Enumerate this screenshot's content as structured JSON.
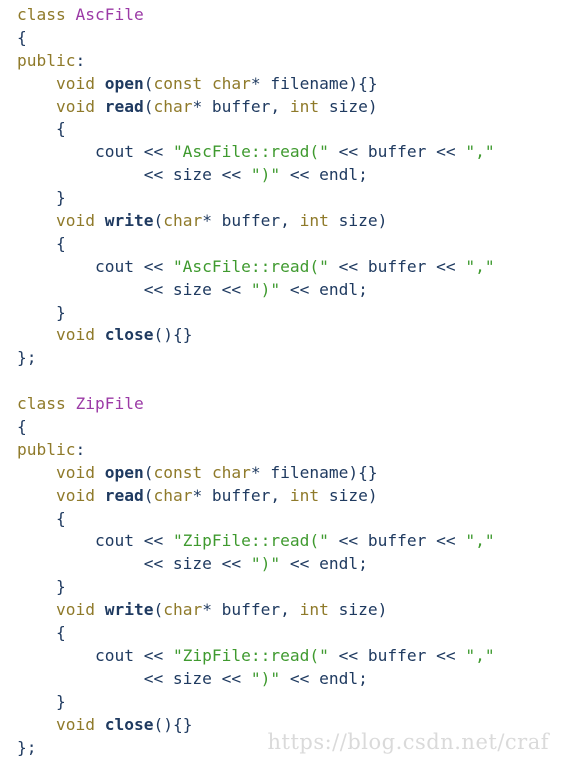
{
  "colors": {
    "keyword": "#8f7a2a",
    "class_name": "#9b3aa6",
    "function_name": "#1f3a60",
    "string": "#3f9a2f",
    "plain": "#1f3a60",
    "watermark": "#dadada",
    "background": "#ffffff"
  },
  "code": {
    "lines": [
      [
        {
          "t": "class ",
          "k": "kw"
        },
        {
          "t": "AscFile",
          "k": "cls"
        }
      ],
      [
        {
          "t": "{",
          "k": "plain"
        }
      ],
      [
        {
          "t": "public",
          "k": "kw"
        },
        {
          "t": ":",
          "k": "plain"
        }
      ],
      [
        {
          "t": "    ",
          "k": "plain"
        },
        {
          "t": "void ",
          "k": "type"
        },
        {
          "t": "open",
          "k": "fn"
        },
        {
          "t": "(",
          "k": "plain"
        },
        {
          "t": "const ",
          "k": "kw"
        },
        {
          "t": "char",
          "k": "type"
        },
        {
          "t": "* filename){}",
          "k": "plain"
        }
      ],
      [
        {
          "t": "    ",
          "k": "plain"
        },
        {
          "t": "void ",
          "k": "type"
        },
        {
          "t": "read",
          "k": "fn"
        },
        {
          "t": "(",
          "k": "plain"
        },
        {
          "t": "char",
          "k": "type"
        },
        {
          "t": "* buffer, ",
          "k": "plain"
        },
        {
          "t": "int ",
          "k": "type"
        },
        {
          "t": "size)",
          "k": "plain"
        }
      ],
      [
        {
          "t": "    {",
          "k": "plain"
        }
      ],
      [
        {
          "t": "        cout << ",
          "k": "plain"
        },
        {
          "t": "\"AscFile::read(\"",
          "k": "str"
        },
        {
          "t": " << buffer << ",
          "k": "plain"
        },
        {
          "t": "\",\"",
          "k": "str"
        }
      ],
      [
        {
          "t": "             << size << ",
          "k": "plain"
        },
        {
          "t": "\")\"",
          "k": "str"
        },
        {
          "t": " << endl;",
          "k": "plain"
        }
      ],
      [
        {
          "t": "    }",
          "k": "plain"
        }
      ],
      [
        {
          "t": "    ",
          "k": "plain"
        },
        {
          "t": "void ",
          "k": "type"
        },
        {
          "t": "write",
          "k": "fn"
        },
        {
          "t": "(",
          "k": "plain"
        },
        {
          "t": "char",
          "k": "type"
        },
        {
          "t": "* buffer, ",
          "k": "plain"
        },
        {
          "t": "int ",
          "k": "type"
        },
        {
          "t": "size)",
          "k": "plain"
        }
      ],
      [
        {
          "t": "    {",
          "k": "plain"
        }
      ],
      [
        {
          "t": "        cout << ",
          "k": "plain"
        },
        {
          "t": "\"AscFile::read(\"",
          "k": "str"
        },
        {
          "t": " << buffer << ",
          "k": "plain"
        },
        {
          "t": "\",\"",
          "k": "str"
        }
      ],
      [
        {
          "t": "             << size << ",
          "k": "plain"
        },
        {
          "t": "\")\"",
          "k": "str"
        },
        {
          "t": " << endl;",
          "k": "plain"
        }
      ],
      [
        {
          "t": "    }",
          "k": "plain"
        }
      ],
      [
        {
          "t": "    ",
          "k": "plain"
        },
        {
          "t": "void ",
          "k": "type"
        },
        {
          "t": "close",
          "k": "fn"
        },
        {
          "t": "(){}",
          "k": "plain"
        }
      ],
      [
        {
          "t": "};",
          "k": "plain"
        }
      ],
      [
        {
          "t": "",
          "k": "plain"
        }
      ],
      [
        {
          "t": "class ",
          "k": "kw"
        },
        {
          "t": "ZipFile",
          "k": "cls"
        }
      ],
      [
        {
          "t": "{",
          "k": "plain"
        }
      ],
      [
        {
          "t": "public",
          "k": "kw"
        },
        {
          "t": ":",
          "k": "plain"
        }
      ],
      [
        {
          "t": "    ",
          "k": "plain"
        },
        {
          "t": "void ",
          "k": "type"
        },
        {
          "t": "open",
          "k": "fn"
        },
        {
          "t": "(",
          "k": "plain"
        },
        {
          "t": "const ",
          "k": "kw"
        },
        {
          "t": "char",
          "k": "type"
        },
        {
          "t": "* filename){}",
          "k": "plain"
        }
      ],
      [
        {
          "t": "    ",
          "k": "plain"
        },
        {
          "t": "void ",
          "k": "type"
        },
        {
          "t": "read",
          "k": "fn"
        },
        {
          "t": "(",
          "k": "plain"
        },
        {
          "t": "char",
          "k": "type"
        },
        {
          "t": "* buffer, ",
          "k": "plain"
        },
        {
          "t": "int ",
          "k": "type"
        },
        {
          "t": "size)",
          "k": "plain"
        }
      ],
      [
        {
          "t": "    {",
          "k": "plain"
        }
      ],
      [
        {
          "t": "        cout << ",
          "k": "plain"
        },
        {
          "t": "\"ZipFile::read(\"",
          "k": "str"
        },
        {
          "t": " << buffer << ",
          "k": "plain"
        },
        {
          "t": "\",\"",
          "k": "str"
        }
      ],
      [
        {
          "t": "             << size << ",
          "k": "plain"
        },
        {
          "t": "\")\"",
          "k": "str"
        },
        {
          "t": " << endl;",
          "k": "plain"
        }
      ],
      [
        {
          "t": "    }",
          "k": "plain"
        }
      ],
      [
        {
          "t": "    ",
          "k": "plain"
        },
        {
          "t": "void ",
          "k": "type"
        },
        {
          "t": "write",
          "k": "fn"
        },
        {
          "t": "(",
          "k": "plain"
        },
        {
          "t": "char",
          "k": "type"
        },
        {
          "t": "* buffer, ",
          "k": "plain"
        },
        {
          "t": "int ",
          "k": "type"
        },
        {
          "t": "size)",
          "k": "plain"
        }
      ],
      [
        {
          "t": "    {",
          "k": "plain"
        }
      ],
      [
        {
          "t": "        cout << ",
          "k": "plain"
        },
        {
          "t": "\"ZipFile::read(\"",
          "k": "str"
        },
        {
          "t": " << buffer << ",
          "k": "plain"
        },
        {
          "t": "\",\"",
          "k": "str"
        }
      ],
      [
        {
          "t": "             << size << ",
          "k": "plain"
        },
        {
          "t": "\")\"",
          "k": "str"
        },
        {
          "t": " << endl;",
          "k": "plain"
        }
      ],
      [
        {
          "t": "    }",
          "k": "plain"
        }
      ],
      [
        {
          "t": "    ",
          "k": "plain"
        },
        {
          "t": "void ",
          "k": "type"
        },
        {
          "t": "close",
          "k": "fn"
        },
        {
          "t": "(){}",
          "k": "plain"
        }
      ],
      [
        {
          "t": "};",
          "k": "plain"
        }
      ]
    ]
  },
  "watermark": {
    "text": "https://blog.csdn.net/craf"
  }
}
